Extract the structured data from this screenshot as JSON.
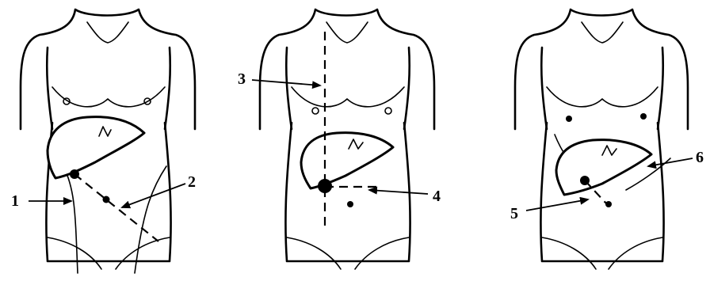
{
  "figures": [
    {
      "id": "figure-1",
      "labels": [
        "1",
        "2"
      ]
    },
    {
      "id": "figure-2",
      "labels": [
        "3",
        "4"
      ]
    },
    {
      "id": "figure-3",
      "labels": [
        "5",
        "6"
      ]
    }
  ],
  "label_1": "1",
  "label_2": "2",
  "label_3": "3",
  "label_4": "4",
  "label_5": "5",
  "label_6": "6"
}
